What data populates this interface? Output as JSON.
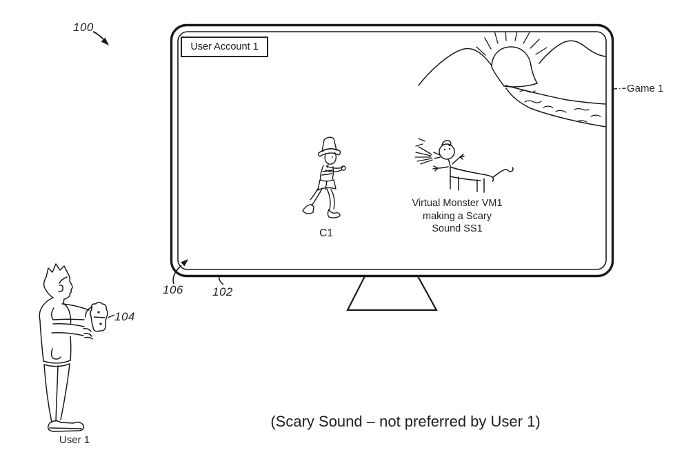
{
  "colors": {
    "ink": "#1a1a1a",
    "paper": "#ffffff"
  },
  "refs": {
    "r100": "100",
    "r102": "102",
    "r104": "104",
    "r106": "106"
  },
  "labels": {
    "account": "User Account 1",
    "game": "Game 1",
    "character": "C1",
    "monster_line1": "Virtual Monster VM1",
    "monster_line2": "making a Scary",
    "monster_line3": "Sound SS1",
    "user": "User 1",
    "caption": "(Scary Sound – not preferred by User 1)"
  }
}
